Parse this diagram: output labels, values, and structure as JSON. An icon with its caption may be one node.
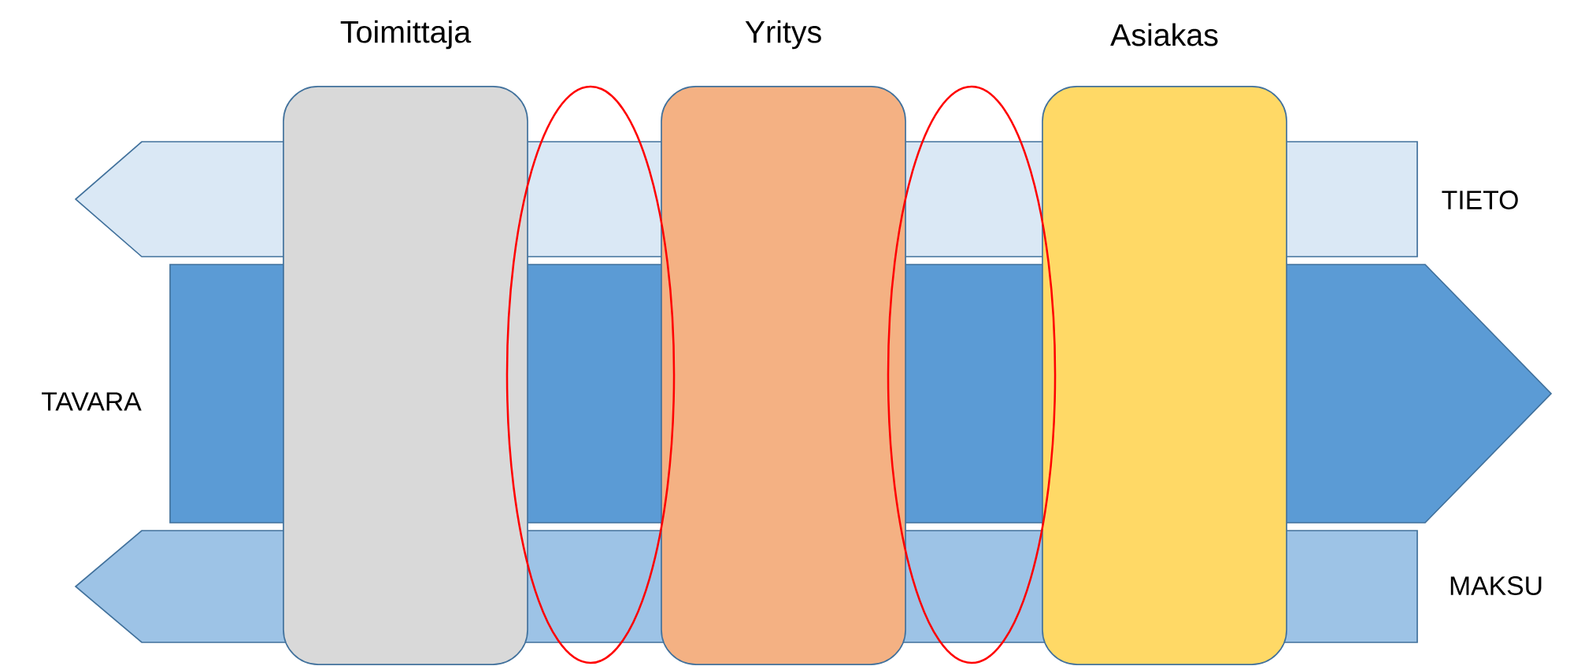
{
  "diagram": {
    "nodes": [
      {
        "text": [
          "Toimittaja"
        ]
      },
      {
        "text": [
          "Yritys"
        ]
      },
      {
        "text": [
          "Asiakas"
        ]
      },
      {
        "text": [
          "TIETO"
        ]
      },
      {
        "text": [
          "TAVARA"
        ]
      },
      {
        "text": [
          "MAKSU"
        ]
      },
      {
        "text": [],
        "shape": "ellipse"
      },
      {
        "text": [],
        "shape": "ellipse"
      }
    ]
  }
}
